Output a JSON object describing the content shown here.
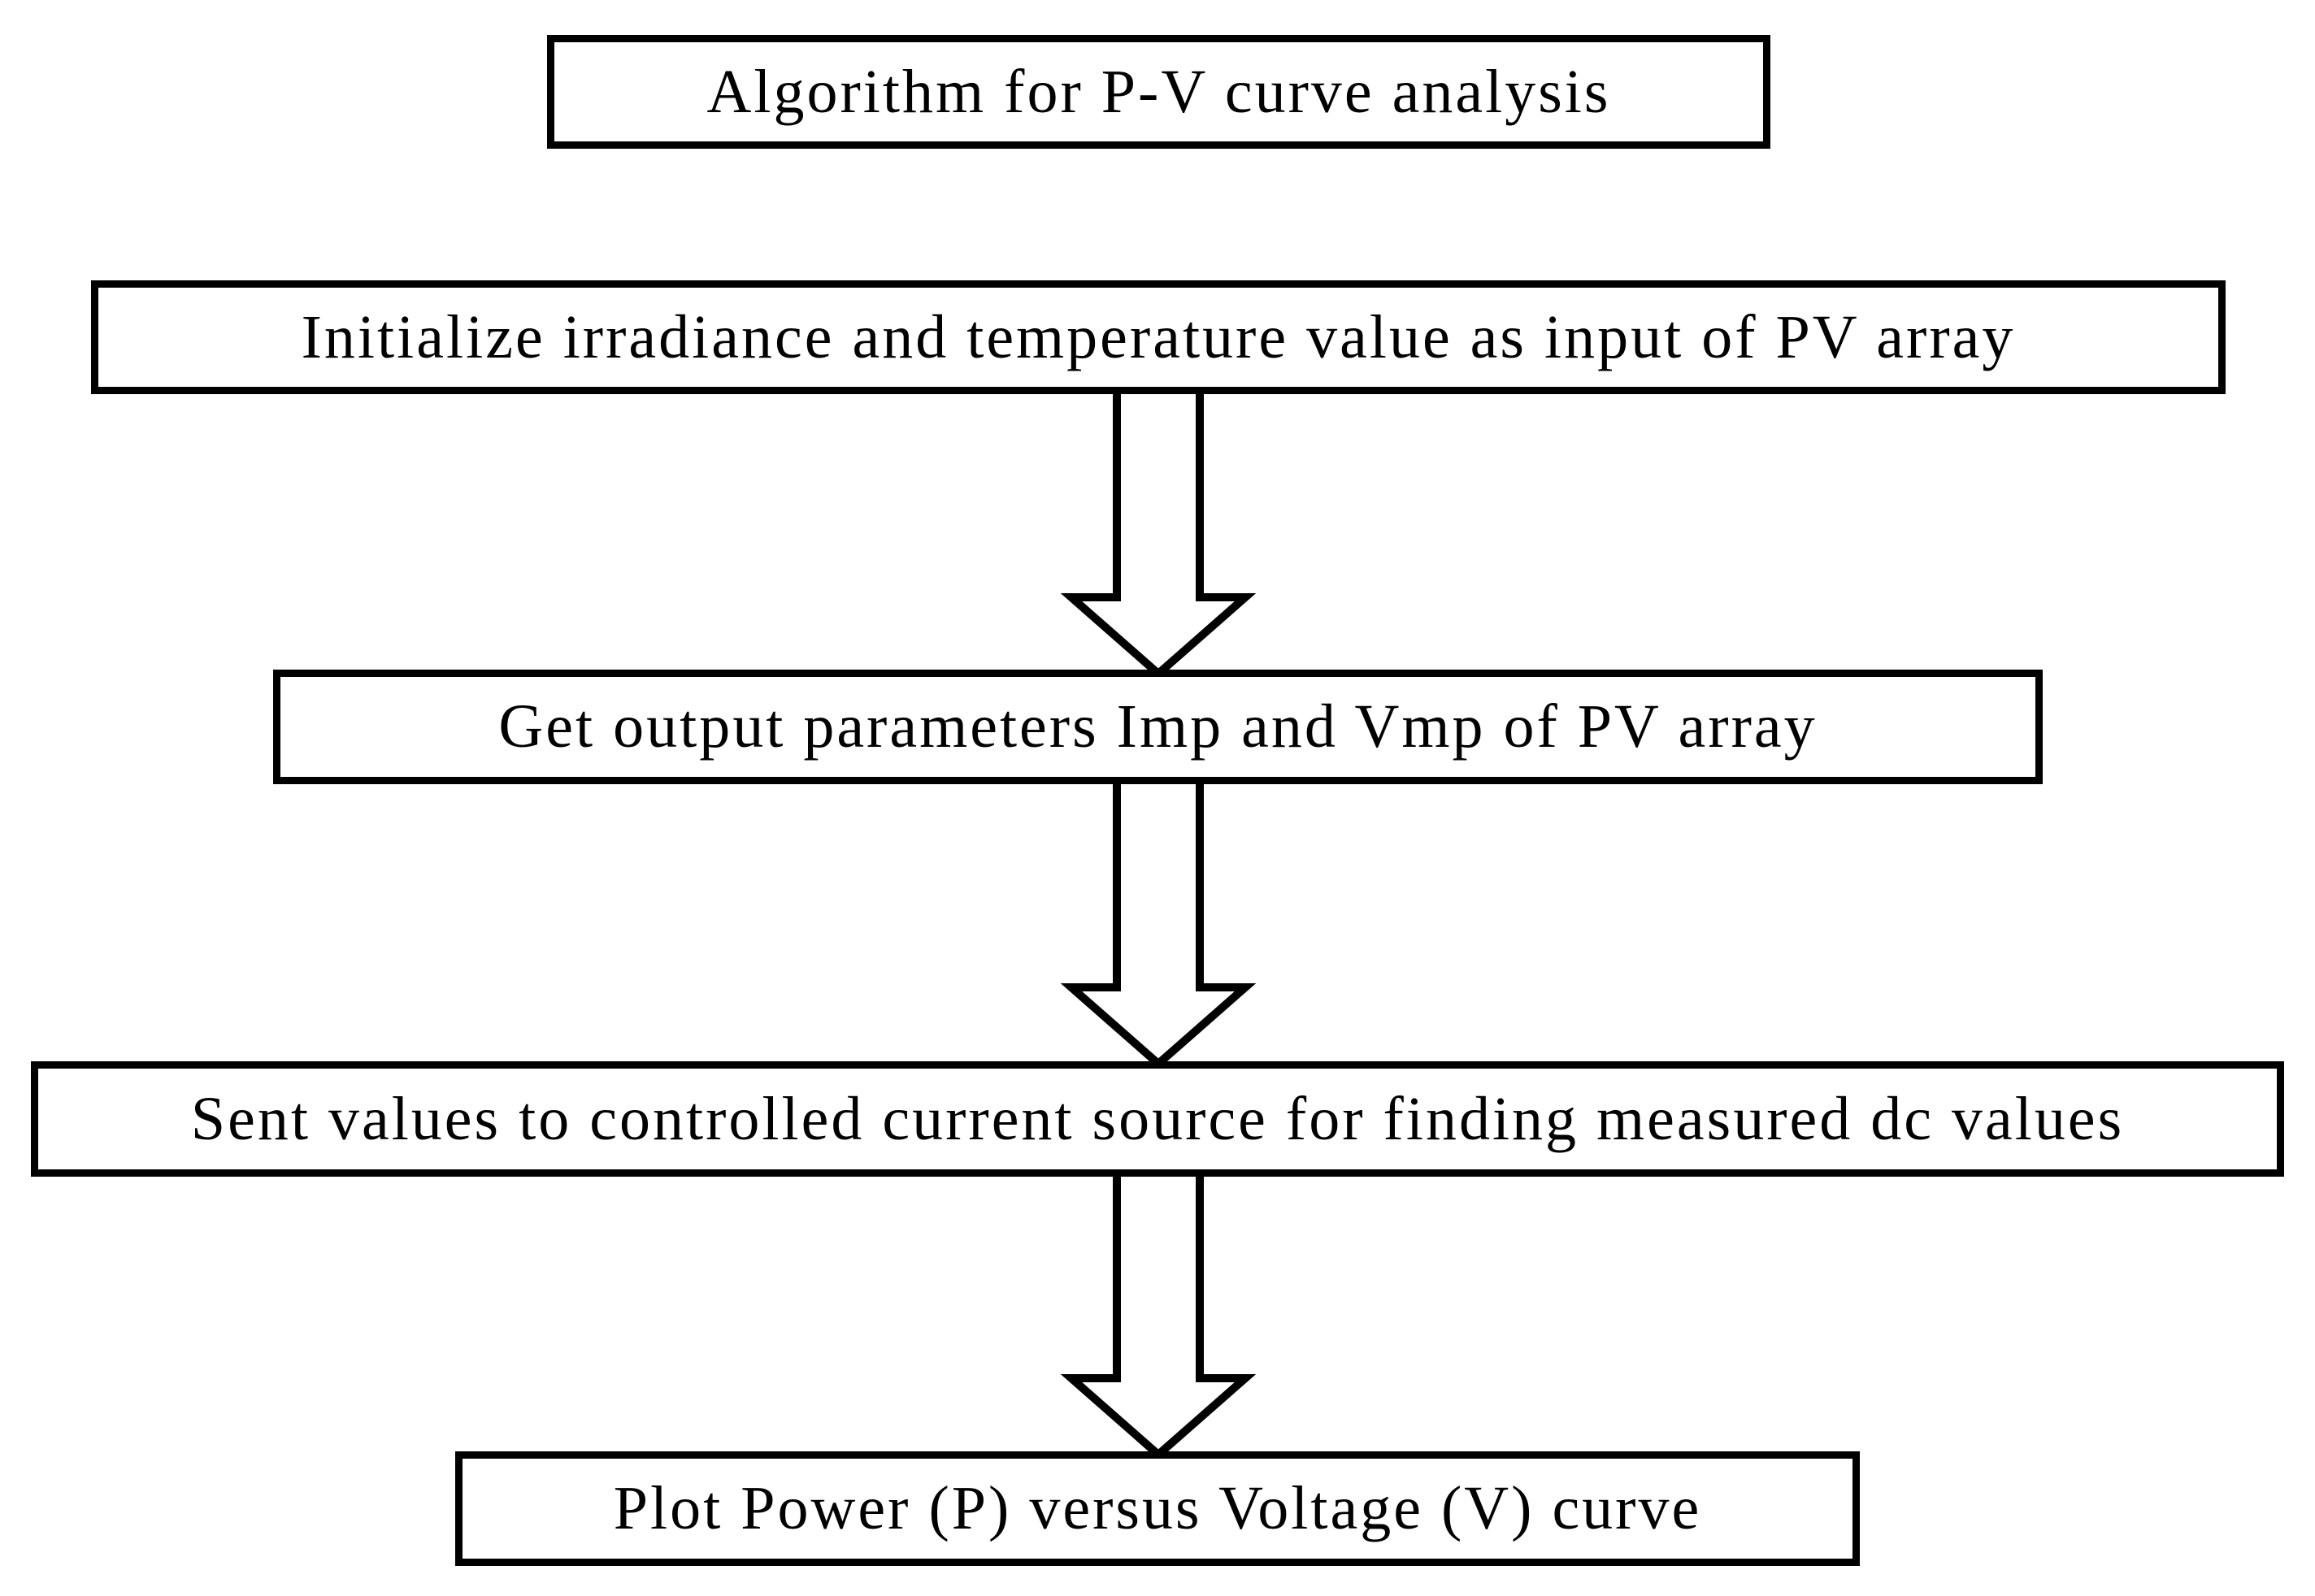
{
  "diagram": {
    "title": "Algorithm for P-V curve analysis",
    "steps": [
      {
        "label": "Initialize irradiance and temperature value as input of PV array"
      },
      {
        "label": "Get output parameters Imp and Vmp of PV array"
      },
      {
        "label": "Sent values to controlled current source for finding measured dc values"
      },
      {
        "label": "Plot Power (P) versus Voltage (V) curve"
      }
    ],
    "connectors": [
      {
        "icon": "block-arrow-down-icon",
        "from": "step-1",
        "to": "step-2"
      },
      {
        "icon": "block-arrow-down-icon",
        "from": "step-2",
        "to": "step-3"
      },
      {
        "icon": "block-arrow-down-icon",
        "from": "step-3",
        "to": "step-4"
      }
    ],
    "colors": {
      "border": "#000000",
      "background": "#ffffff",
      "text": "#000000"
    }
  }
}
